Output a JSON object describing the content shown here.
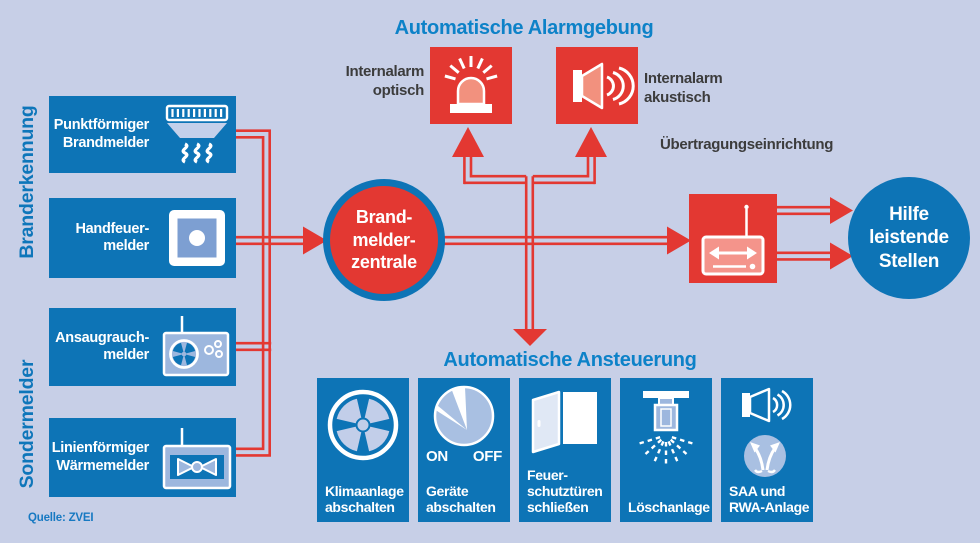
{
  "colors": {
    "background": "#c7cfe7",
    "primary_blue": "#0d74b6",
    "red": "#e33832",
    "light_red": "#f2917e",
    "heading_blue": "#0d82c8",
    "label_dark": "#3c3c3c",
    "source_blue": "#1779c2",
    "icon_light_blue": "#9db7de",
    "icon_pale": "#c9d4ec"
  },
  "headings": {
    "alarm": "Automatische Alarmgebung",
    "control": "Automatische Ansteuerung",
    "transmission": "Übertragungseinrichtung"
  },
  "side_labels": {
    "fire_detection": "Branderkennung",
    "special_detectors": "Sondermelder"
  },
  "detectors": [
    {
      "label": "Punktförmiger\nBrandmelder",
      "icon": "point-smoke-detector-icon"
    },
    {
      "label": "Handfeuer-\nmelder",
      "icon": "manual-call-point-icon"
    },
    {
      "label": "Ansaugrauch-\nmelder",
      "icon": "aspirating-smoke-detector-icon"
    },
    {
      "label": "Linienförmiger\nWärmemelder",
      "icon": "linear-heat-detector-icon"
    }
  ],
  "alarm_outputs": [
    {
      "label": "Internalarm\noptisch",
      "icon": "optical-beacon-icon"
    },
    {
      "label": "Internalarm\nakustisch",
      "icon": "acoustic-siren-icon"
    }
  ],
  "control_panel": {
    "label": "Brand-\nmelder-\nzentrale"
  },
  "transmission_device": {
    "icon": "transmitter-icon"
  },
  "help_center": {
    "label": "Hilfe\nleistende\nStellen"
  },
  "actions": [
    {
      "label": "Klimaanlage\nabschalten",
      "icon": "fan-icon"
    },
    {
      "label": "Geräte\nabschalten",
      "icon": "dial-icon",
      "on": "ON",
      "off": "OFF"
    },
    {
      "label": "Feuer-\nschutztüren\nschließen",
      "icon": "fire-door-icon"
    },
    {
      "label": "Löschanlage",
      "icon": "sprinkler-icon"
    },
    {
      "label": "SAA und\nRWA-Anlage",
      "icon": "speaker-branch-icon"
    }
  ],
  "source": "Quelle: ZVEI"
}
